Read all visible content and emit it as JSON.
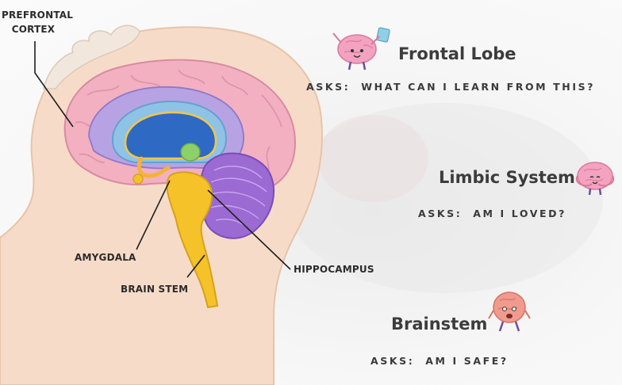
{
  "labels": {
    "prefrontal_line1": "PREFRONTAL",
    "prefrontal_line2": "CORTEX",
    "amygdala": "AMYGDALA",
    "brain_stem": "BRAIN STEM",
    "hippocampus": "HIPPOCAMPUS"
  },
  "sections": [
    {
      "title": "Frontal Lobe",
      "ask_prefix": "ASKS:",
      "ask_text": "WHAT CAN I LEARN FROM THIS?",
      "icon": "happy-brain-with-book-icon"
    },
    {
      "title": "Limbic System",
      "ask_prefix": "ASKS:",
      "ask_text": "AM I LOVED?",
      "icon": "hugging-brain-icon"
    },
    {
      "title": "Brainstem",
      "ask_prefix": "ASKS:",
      "ask_text": "AM I SAFE?",
      "icon": "scared-brain-icon"
    }
  ],
  "colors": {
    "head": "#f6ddc9",
    "cortex": "#f2b1c2",
    "limbic": "#b7a4e2",
    "brainstem": "#f5c12b",
    "cerebellum": "#9a6ad2",
    "ventricle": "#2f6ac4"
  }
}
